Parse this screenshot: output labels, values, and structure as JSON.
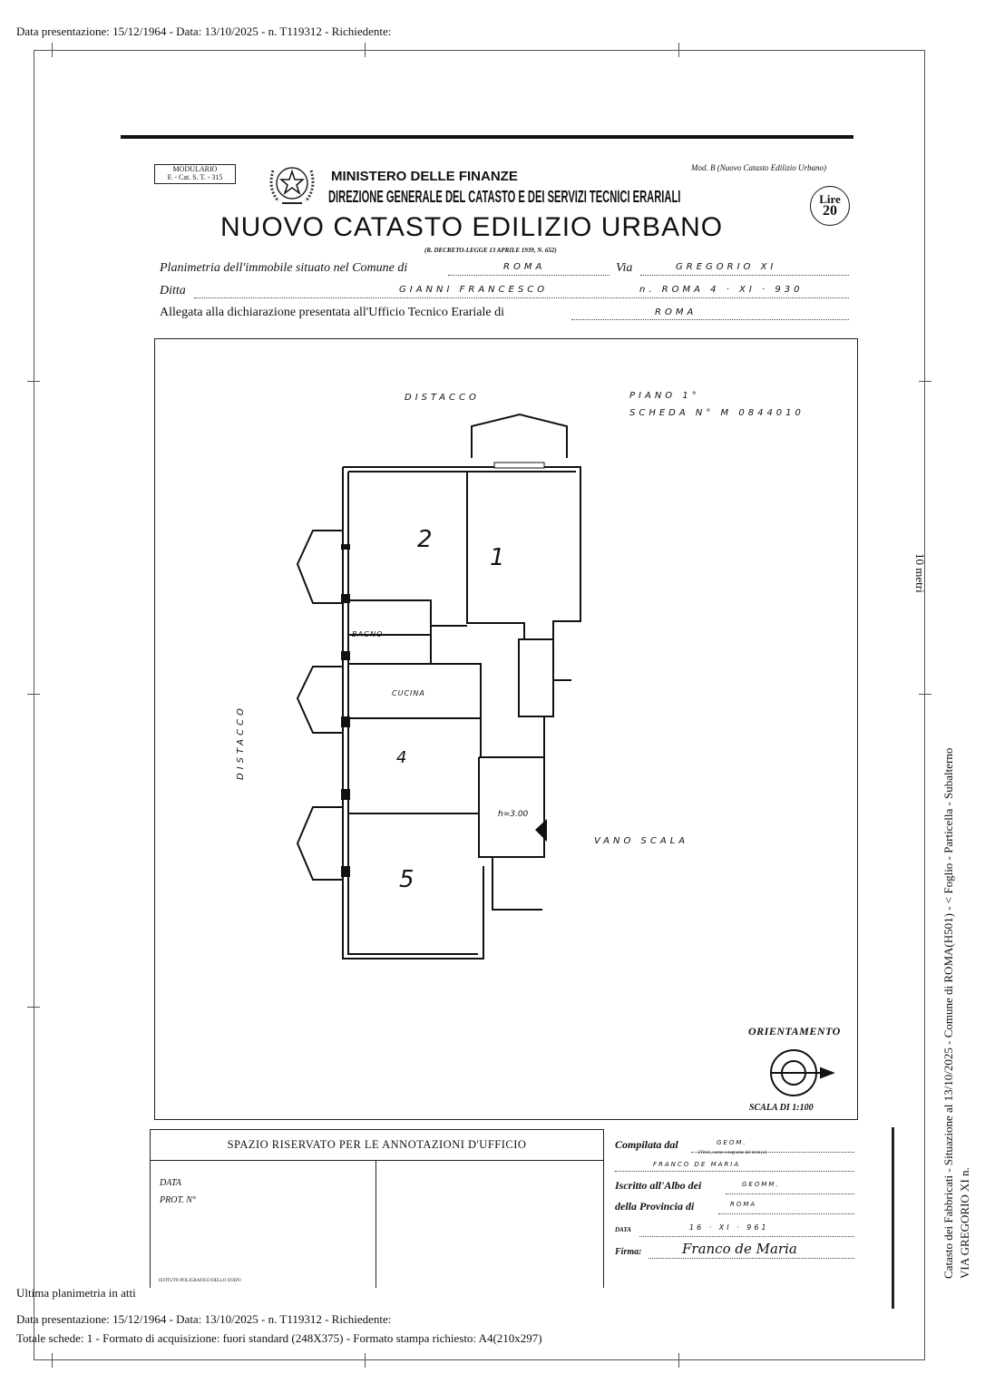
{
  "header_line": "Data presentazione: 15/12/1964 - Data: 13/10/2025 - n. T119312 - Richiedente:",
  "form": {
    "modulario": [
      "MODULARIO",
      "F. - Cat. S. T. - 315"
    ],
    "mod_b": "Mod. B (Nuovo Catasto Edilizio Urbano)",
    "ministry": "MINISTERO DELLE FINANZE",
    "direction": "DIREZIONE GENERALE DEL CATASTO E DEI SERVIZI TECNICI ERARIALI",
    "title": "NUOVO CATASTO EDILIZIO URBANO",
    "decree": "(R. DECRETO-LEGGE 13 APRILE 1939, N. 652)",
    "stamp": [
      "Lire",
      "20"
    ],
    "planimetria_label": "Planimetria dell'immobile situato nel Comune di",
    "comune": "ROMA",
    "via_label": "Via",
    "via": "GREGORIO XI",
    "ditta_label": "Ditta",
    "ditta": "GIANNI FRANCESCO",
    "ditta_birth": "n. ROMA 4 · XI · 930",
    "allegata_label": "Allegata alla dichiarazione presentata all'Ufficio Tecnico Erariale di",
    "ufficio": "ROMA"
  },
  "plan": {
    "distacco_top": "DISTACCO",
    "distacco_left": "DISTACCO",
    "piano": "PIANO 1°",
    "scheda": "SCHEDA N° M 0844010",
    "rooms": [
      "2",
      "1",
      "BAGNO",
      "CUCINA",
      "4",
      "5"
    ],
    "height": "h=3.00",
    "vano_scala": "VANO SCALA",
    "orientamento": "ORIENTAMENTO",
    "scala": "SCALA DI 1:100"
  },
  "annotations": {
    "title": "SPAZIO RISERVATO PER LE ANNOTAZIONI D'UFFICIO",
    "data_label": "DATA",
    "prot_label": "PROT. N°",
    "printer": "ISTITUTO POLIGRAFICO DELLO STATO"
  },
  "compiler": {
    "compilata_label": "Compilata dal",
    "title": "GEOM.",
    "title_hint": "(Titolo, nome e cognome del tecnico)",
    "name": "FRANCO DE MARIA",
    "albo_label": "Iscritto all'Albo dei",
    "albo": "GEOMM.",
    "provincia_label": "della Provincia di",
    "provincia": "ROMA",
    "data_label": "DATA",
    "data": "16 · XI · 961",
    "firma_label": "Firma:",
    "firma": "Franco de Maria"
  },
  "side": {
    "scale_note": "10 metri",
    "line1": "Catasto dei Fabbricati - Situazione al 13/10/2025 - Comune di ROMA(H501) - < Foglio      - Particella      - Subalterno",
    "line2": "VIA GREGORIO XI n."
  },
  "footer": {
    "last": "Ultima planimetria in atti",
    "line1": "Data presentazione: 15/12/1964 - Data: 13/10/2025 - n. T119312 - Richiedente:",
    "line2": "Totale schede: 1 - Formato di acquisizione: fuori standard (248X375) - Formato stampa richiesto: A4(210x297)"
  }
}
